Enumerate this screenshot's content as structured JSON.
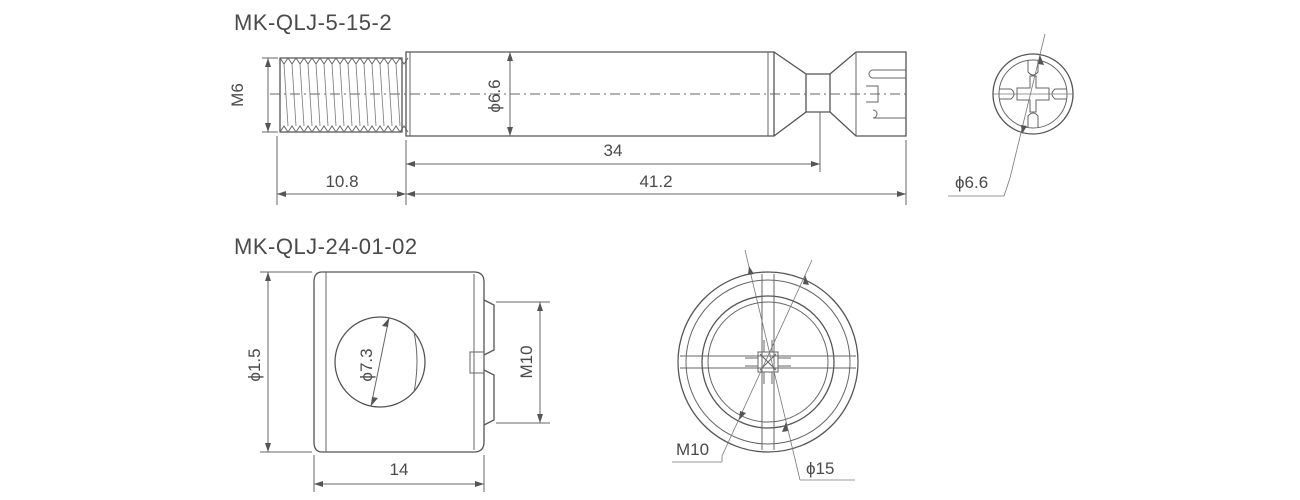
{
  "parts": [
    {
      "model": "MK-QLJ-5-15-2",
      "dims": {
        "thread": "M6",
        "shaft_dia": "ϕ6.6",
        "len_34": "34",
        "len_thread": "10.8",
        "len_total": "41.2",
        "head_dia": "ϕ6.6"
      }
    },
    {
      "model": "MK-QLJ-24-01-02",
      "dims": {
        "body_dia": "ϕ1.5",
        "hole_dia": "ϕ7.3",
        "thread": "M10",
        "length": "14",
        "front_thread": "M10",
        "front_dia": "ϕ15"
      }
    }
  ]
}
